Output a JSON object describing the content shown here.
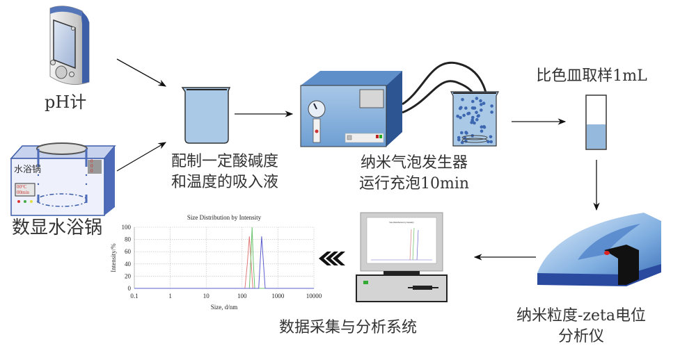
{
  "labels": {
    "ph_meter": "pH计",
    "water_bath_panel": "水浴锅",
    "water_bath_display_temp": "00°C",
    "water_bath_display_time": "00min",
    "water_bath_digits": [
      "0",
      "0",
      "0"
    ],
    "water_bath": "数显水浴锅",
    "beaker_line1": "配制一定酸碱度",
    "beaker_line2": "和温度的吸入液",
    "generator_line1": "纳米气泡发生器",
    "generator_line2": "运行充泡10min",
    "cuvette": "比色皿取样1mL",
    "analyzer_line1": "纳米粒度-zeta电位",
    "analyzer_line2": "分析仪",
    "data_system": "数据采集与分析系统"
  },
  "icons": {
    "ph_meter": "ph-meter-icon",
    "water_bath": "water-bath-icon",
    "beaker": "beaker-icon",
    "generator": "nanobubble-generator-icon",
    "bubble_beaker": "bubble-beaker-icon",
    "cuvette": "cuvette-icon",
    "analyzer": "zeta-analyzer-icon",
    "computer": "computer-icon",
    "flow_arrows": "triple-chevron-left-icon"
  },
  "colors": {
    "liquid": "#a9c9e6",
    "device_blue": "#5b8fc9",
    "device_dark": "#2b4f8c",
    "red_series": "#e07a7a",
    "green_series": "#6cc36c",
    "blue_series": "#5c5ccf"
  },
  "chart_data": {
    "type": "line",
    "title": "Size Distribution by Intensity",
    "xlabel": "Size, d/nm",
    "ylabel": "Intensity/%",
    "xscale": "log",
    "xlim": [
      0.1,
      10000
    ],
    "ylim": [
      0,
      100
    ],
    "xticks": [
      "0.1",
      "1",
      "10",
      "100",
      "1000",
      "10000"
    ],
    "yticks": [
      "0",
      "20",
      "40",
      "60",
      "80",
      "100"
    ],
    "grid": true,
    "legend": "none",
    "series": [
      {
        "name": "red",
        "color": "#e07a7a",
        "x": [
          0.1,
          120,
          140,
          160,
          180,
          200,
          10000
        ],
        "y": [
          0,
          0,
          40,
          85,
          40,
          0,
          0
        ]
      },
      {
        "name": "green",
        "color": "#6cc36c",
        "x": [
          0.1,
          160,
          175,
          190,
          205,
          225,
          10000
        ],
        "y": [
          0,
          0,
          45,
          100,
          45,
          0,
          0
        ]
      },
      {
        "name": "blue",
        "color": "#5c5ccf",
        "x": [
          0.1,
          290,
          320,
          350,
          390,
          440,
          10000
        ],
        "y": [
          0,
          0,
          45,
          85,
          45,
          0,
          0
        ]
      }
    ]
  }
}
